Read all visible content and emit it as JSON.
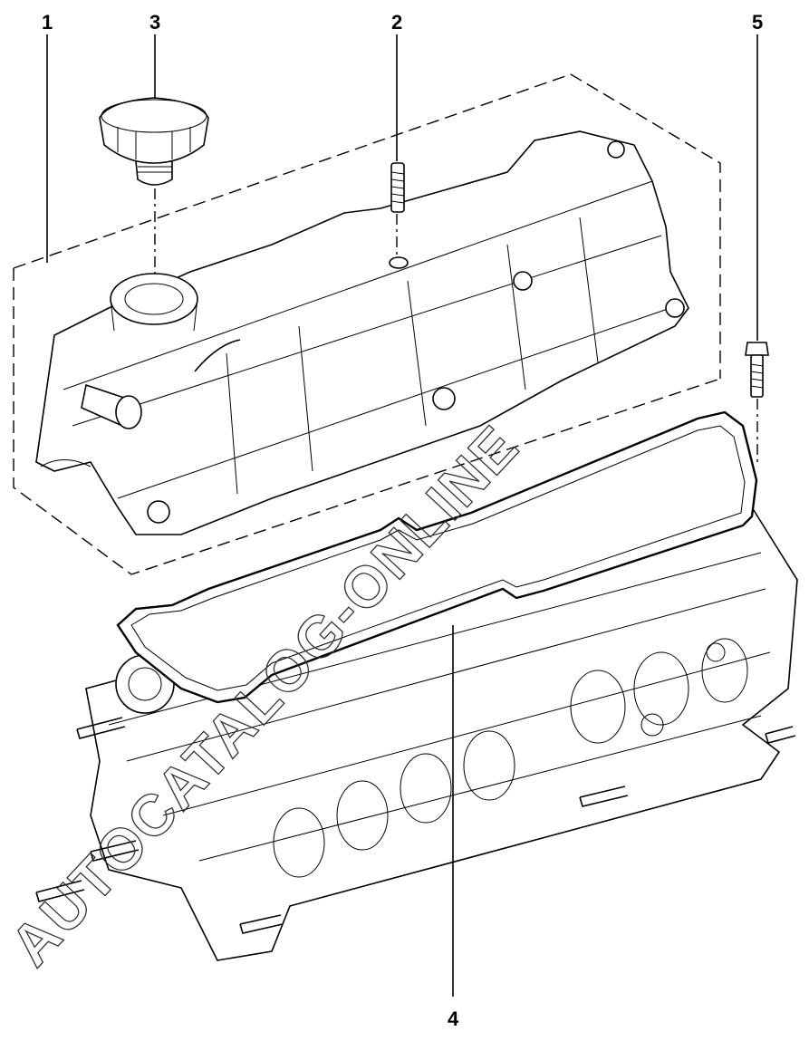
{
  "callouts": {
    "c1": "1",
    "c2": "2",
    "c3": "3",
    "c4": "4",
    "c5": "5"
  },
  "watermark": "AUTOCATALOG-ONLINE",
  "parts": [
    {
      "ref": "1",
      "name": "valve-cover-assembly"
    },
    {
      "ref": "2",
      "name": "stud"
    },
    {
      "ref": "3",
      "name": "oil-filler-cap"
    },
    {
      "ref": "4",
      "name": "valve-cover-gasket"
    },
    {
      "ref": "5",
      "name": "cover-bolt"
    }
  ]
}
